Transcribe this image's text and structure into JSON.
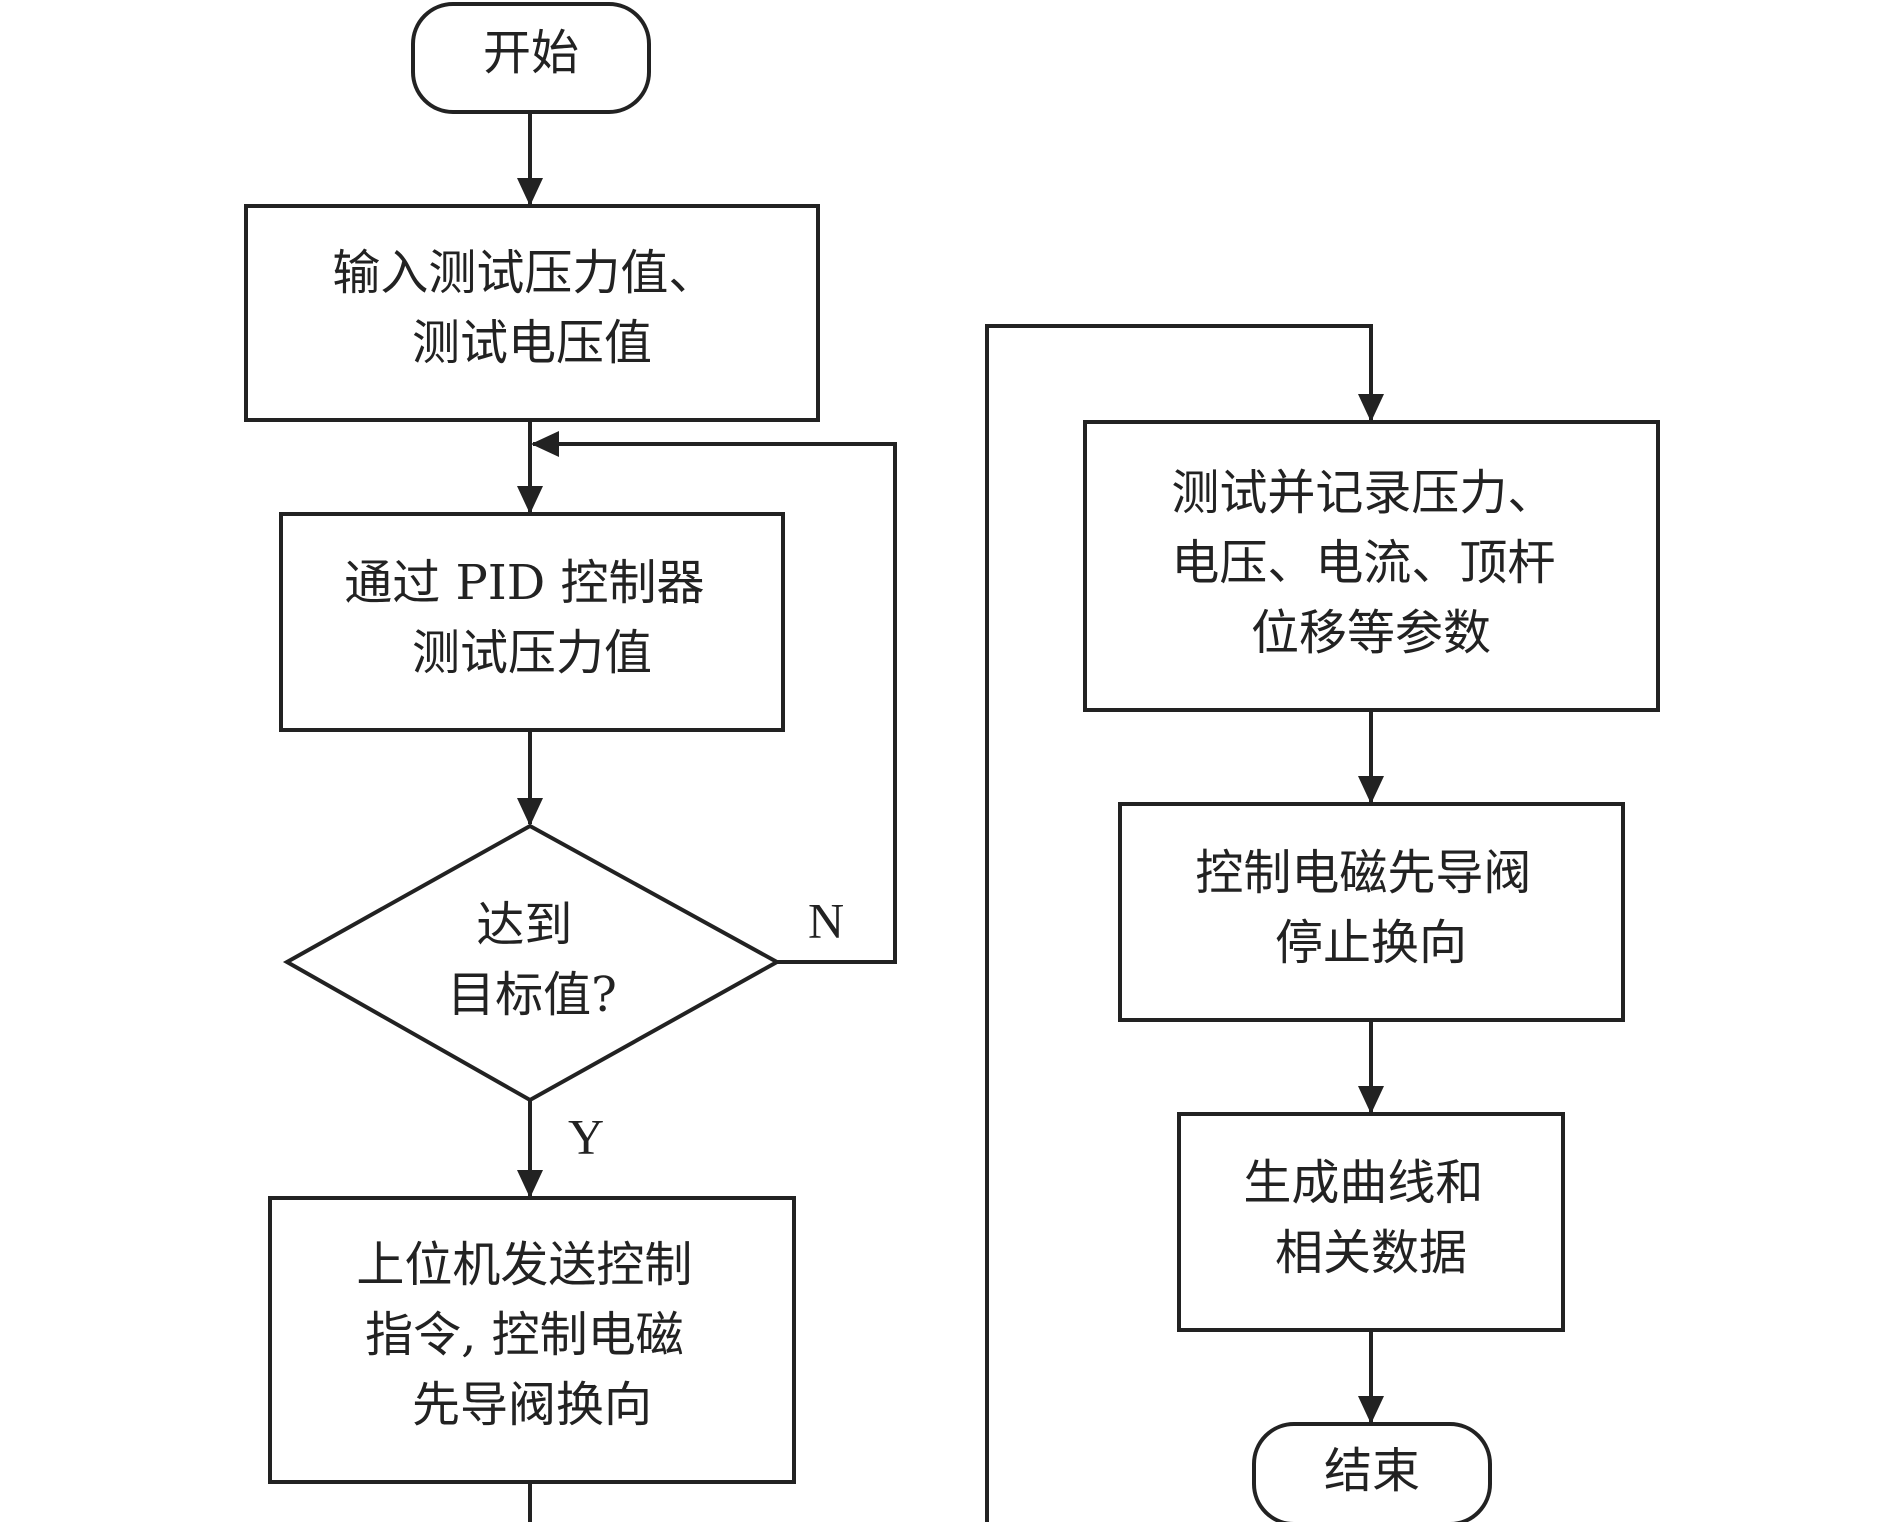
{
  "nodes": {
    "start": {
      "lines": [
        "开始"
      ]
    },
    "input": {
      "lines": [
        "输入测试压力值、",
        "测试电压值"
      ]
    },
    "pid": {
      "lines": [
        "通过 PID 控制器",
        "测试压力值"
      ]
    },
    "decision": {
      "lines": [
        "达到",
        "目标值?"
      ]
    },
    "send": {
      "lines": [
        "上位机发送控制",
        "指令, 控制电磁",
        "先导阀换向"
      ]
    },
    "record": {
      "lines": [
        "测试并记录压力、",
        "电压、电流、顶杆",
        "位移等参数"
      ]
    },
    "stop": {
      "lines": [
        "控制电磁先导阀",
        "停止换向"
      ]
    },
    "generate": {
      "lines": [
        "生成曲线和",
        "相关数据"
      ]
    },
    "end": {
      "lines": [
        "结束"
      ]
    }
  },
  "branches": {
    "no": "N",
    "yes": "Y"
  },
  "colors": {
    "stroke": "#222222",
    "fill": "#ffffff",
    "text": "#222222"
  }
}
